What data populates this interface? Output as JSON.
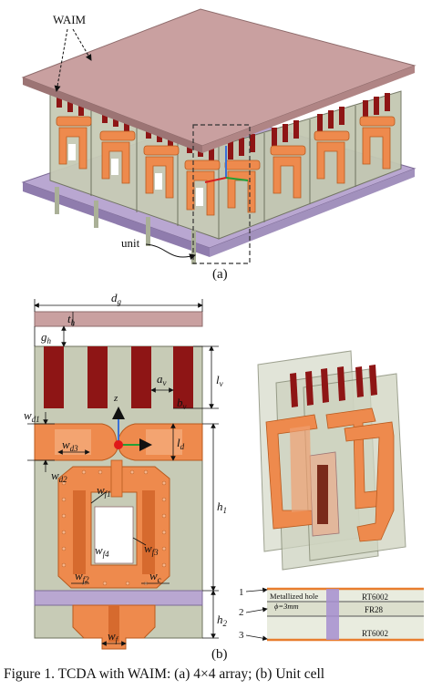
{
  "figure": {
    "top_labels": {
      "waim": "WAIM",
      "unit": "unit",
      "panel_a": "(a)"
    },
    "unit_cell": {
      "panel_b": "(b)",
      "dims": {
        "dg": "d",
        "dg_sub": "g",
        "th": "t",
        "th_sub": "h",
        "gh": "g",
        "gh_sub": "h",
        "lv": "l",
        "lv_sub": "v",
        "av": "a",
        "av_sub": "v",
        "bv": "b",
        "bv_sub": "v",
        "wd1": "w",
        "wd1_sub": "d1",
        "wd2": "w",
        "wd2_sub": "d2",
        "wd3": "w",
        "wd3_sub": "d3",
        "ld": "l",
        "ld_sub": "d",
        "h1": "h",
        "h1_sub": "1",
        "h2": "h",
        "h2_sub": "2",
        "wf1": "w",
        "wf1_sub": "f1",
        "wf2": "w",
        "wf2_sub": "f2",
        "wf3": "w",
        "wf3_sub": "f3",
        "wf4": "w",
        "wf4_sub": "f4",
        "wc": "w",
        "wc_sub": "c",
        "wf": "w",
        "wf_sub": "f",
        "axis_z": "z"
      }
    },
    "stackup": {
      "layers": [
        "1",
        "2",
        "3"
      ],
      "hole_label_1": "Metallized hole",
      "hole_label_2": "ϕ=3mm",
      "material_top": "RT6002",
      "material_mid": "FR28",
      "material_bottom": "RT6002"
    },
    "caption": "Figure 1.    TCDA with WAIM: (a) 4×4 array; (b) Unit cell"
  },
  "colors": {
    "waim_top": "#c9a0a0",
    "waim_side": "#9c7474",
    "ground": "#b9a7d1",
    "substrate": "#c7cbb6",
    "copper": "#ee8a4d",
    "dark_red": "#8e1515",
    "slot": "#ffffff"
  }
}
